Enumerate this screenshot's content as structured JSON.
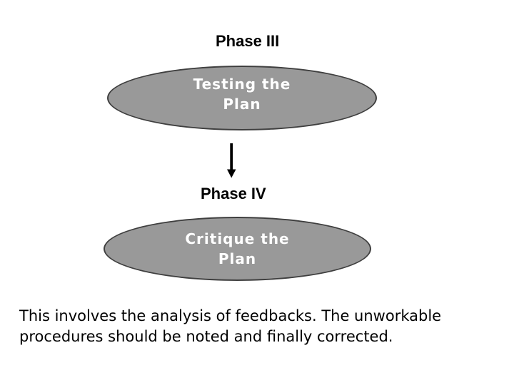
{
  "slide": {
    "background_color": "#ffffff",
    "phase3_label": "Phase III",
    "phase4_label": "Phase IV",
    "ellipse1": {
      "line1": "Testing the",
      "line2": "Plan",
      "fill_color": "#999999",
      "stroke_color": "#3f3f3f",
      "text_color": "#ffffff"
    },
    "ellipse2": {
      "line1": "Critique the",
      "line2": "Plan",
      "fill_color": "#999999",
      "stroke_color": "#3f3f3f",
      "text_color": "#ffffff"
    },
    "arrow": {
      "direction": "down",
      "color": "#000000"
    },
    "body_text": "This involves the analysis of feedbacks. The unworkable procedures should be noted and finally corrected."
  }
}
